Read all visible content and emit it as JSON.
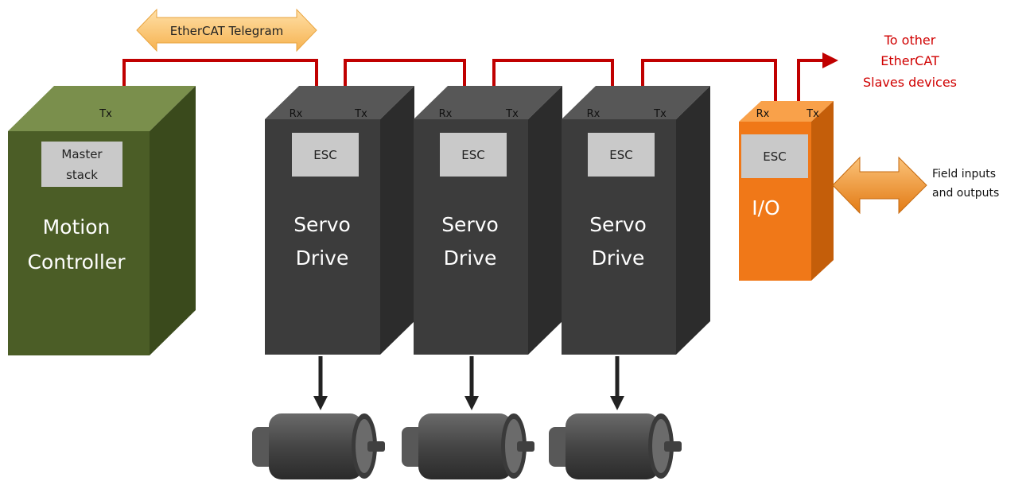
{
  "telegram": {
    "label": "EtherCAT Telegram"
  },
  "controller": {
    "tx": "Tx",
    "stack_line1": "Master",
    "stack_line2": "stack",
    "title_line1": "Motion",
    "title_line2": "Controller"
  },
  "drives": [
    {
      "rx": "Rx",
      "tx": "Tx",
      "esc": "ESC",
      "title_line1": "Servo",
      "title_line2": "Drive"
    },
    {
      "rx": "Rx",
      "tx": "Tx",
      "esc": "ESC",
      "title_line1": "Servo",
      "title_line2": "Drive"
    },
    {
      "rx": "Rx",
      "tx": "Tx",
      "esc": "ESC",
      "title_line1": "Servo",
      "title_line2": "Drive"
    }
  ],
  "io": {
    "rx": "Rx",
    "tx": "Tx",
    "esc": "ESC",
    "title": "I/O"
  },
  "other_slaves": {
    "line1": "To other",
    "line2": "EtherCAT",
    "line3": "Slaves devices"
  },
  "field": {
    "line1": "Field inputs",
    "line2": "and outputs"
  },
  "colors": {
    "controller_front": "#4b5d26",
    "controller_top": "#7a8f4c",
    "controller_side": "#3a4a1c",
    "drive_front": "#3c3c3c",
    "drive_top": "#575757",
    "drive_side": "#2c2c2c",
    "io_front": "#f07818",
    "io_top": "#f9a14a",
    "io_side": "#c45e0a",
    "esc_box": "#c9c9c9",
    "bus_line": "#c00000",
    "red_text": "#d00000",
    "telegram_arrow": "#fcc56a"
  }
}
